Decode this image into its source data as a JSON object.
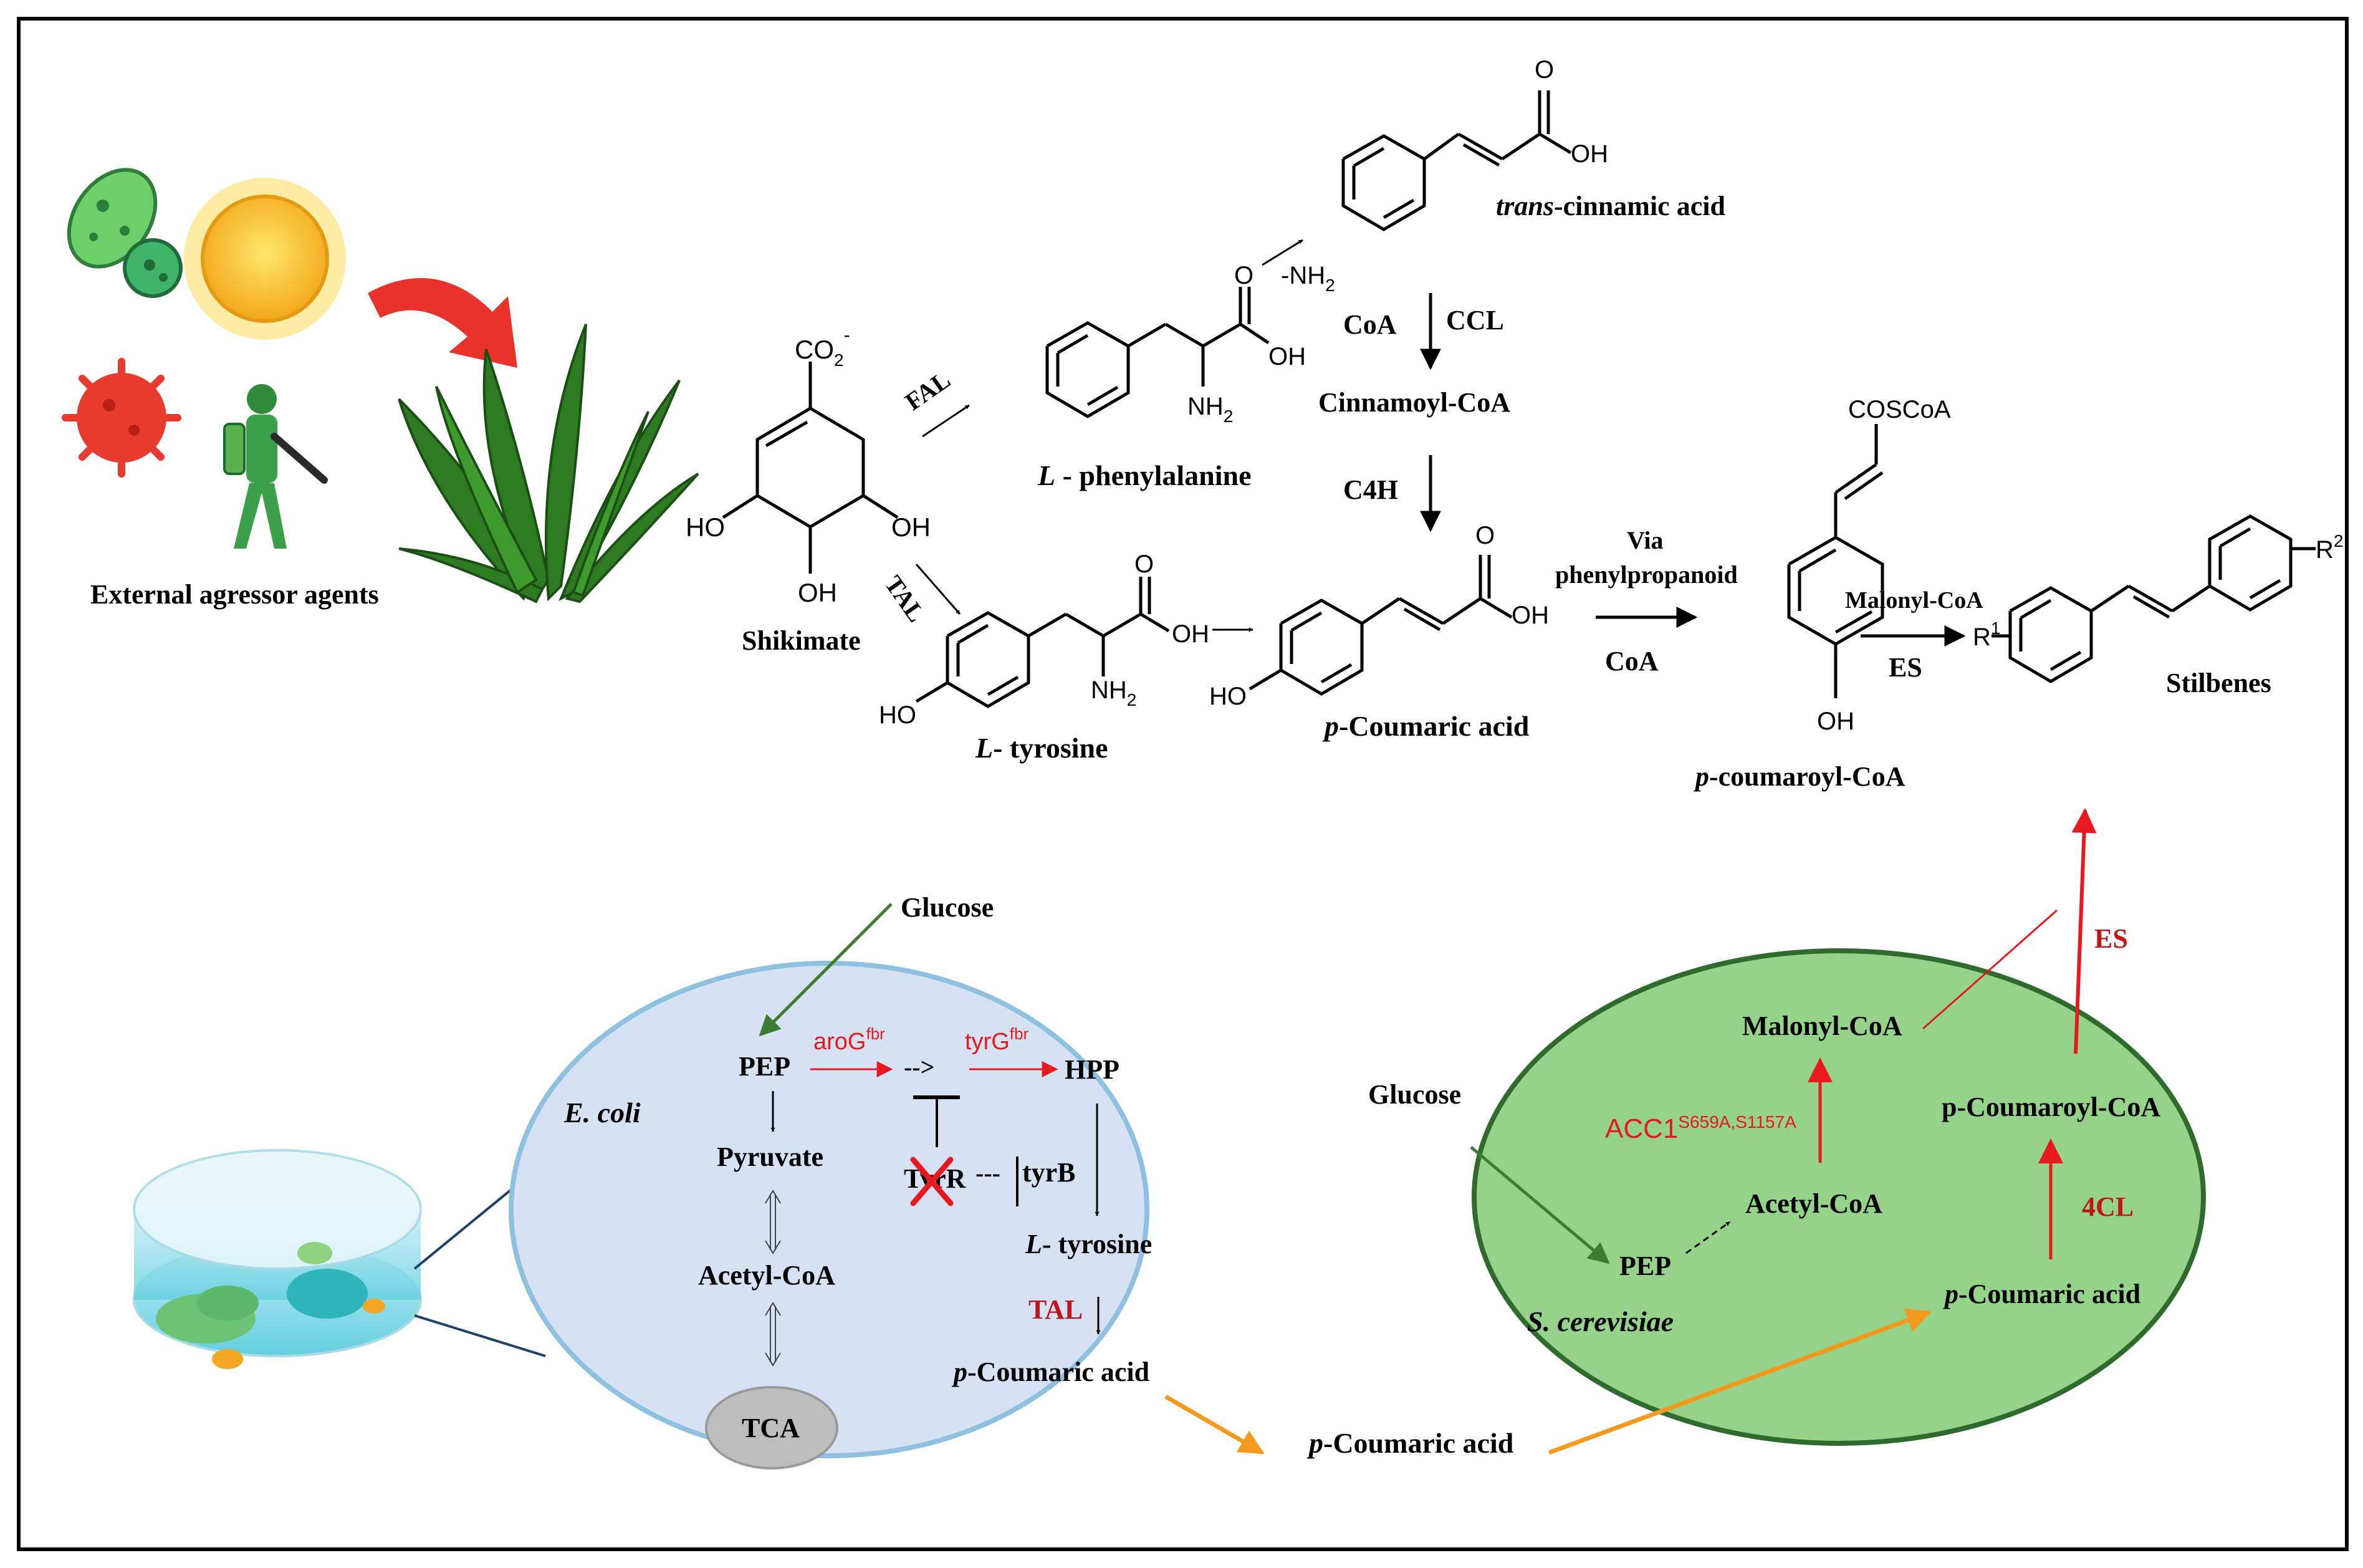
{
  "agents": {
    "caption": "External agressor agents"
  },
  "pathway": {
    "shikimate_label": "Shikimate",
    "co2_label": "CO",
    "co2_sub": "2",
    "co2_sup": "-",
    "ho_left": "HO",
    "oh_right": "OH",
    "oh_bottom": "OH",
    "fal": "FAL",
    "tal": "TAL",
    "phe_prefix": "L",
    "phe_name": " - phenylalanine",
    "phe_oh": "OH",
    "phe_o": "O",
    "phe_nh2": "NH",
    "nh2_sub": "2",
    "minus_nh2": "-NH",
    "cin_prefix": "trans",
    "cin_name": "-cinnamic acid",
    "cin_oh": "OH",
    "cin_o": "O",
    "coa": "CoA",
    "ccl": "CCL",
    "cinnamoyl": "Cinnamoyl-CoA",
    "c4h": "C4H",
    "tyr_prefix": "L",
    "tyr_name": "- tyrosine",
    "tyr_ho": "HO",
    "tyr_oh": "OH",
    "tyr_o": "O",
    "tyr_nh2": "NH",
    "pca_prefix": "p",
    "pca_name": "-Coumaric acid",
    "pca_ho": "HO",
    "pca_oh": "OH",
    "pca_o": "O",
    "via": "Via",
    "phenylpropanoid": "phenylpropanoid",
    "coa2": "CoA",
    "coscoa": "COSCoA",
    "pcoa_oh": "OH",
    "pcoa_prefix": "p",
    "pcoa_name": "-coumaroyl-CoA",
    "malonyl": "Malonyl-CoA",
    "es": "ES",
    "r1": "R",
    "r1_sup": "1",
    "r2": "R",
    "r2_sup": "2",
    "stilbenes": "Stilbenes"
  },
  "ecoli": {
    "glucose": "Glucose",
    "organism": "E. coli",
    "pep": "PEP",
    "arog": "aroG",
    "arog_sup": "fbr",
    "dashes": "-->",
    "tyrg": "tyrG",
    "tyrg_sup": "fbr",
    "hpp": "HPP",
    "pyruvate": "Pyruvate",
    "tyrr": "TyrR",
    "dash2": "---",
    "tyrb": "tyrB",
    "acetyl": "Acetyl-CoA",
    "ltyr_prefix": "L",
    "ltyr_name": "- tyrosine",
    "tal": "TAL",
    "pca_prefix": "p",
    "pca_name": "-Coumaric acid",
    "tca": "TCA"
  },
  "transfer": {
    "pca_prefix": "p",
    "pca_name": "-Coumaric acid"
  },
  "yeast": {
    "glucose": "Glucose",
    "malonyl": "Malonyl-CoA",
    "acc1": "ACC1",
    "acc1_sup": "S659A,S1157A",
    "acetyl": "Acetyl-CoA",
    "pep": "PEP",
    "organism": "S. cerevisiae",
    "pcoumaroyl": "p-Coumaroyl-CoA",
    "fourcl": "4CL",
    "pca_prefix": "p",
    "pca_name": "-Coumaric acid",
    "es": "ES"
  },
  "colors": {
    "red_enzyme": "#e8191e",
    "green_arrow": "#3e7d2f",
    "orange_arrow": "#f39a1c",
    "ecoli_fill": "#d6e2f4",
    "ecoli_stroke": "#8ec0df",
    "yeast_fill": "#95d38a",
    "yeast_stroke": "#2e6b2c"
  }
}
